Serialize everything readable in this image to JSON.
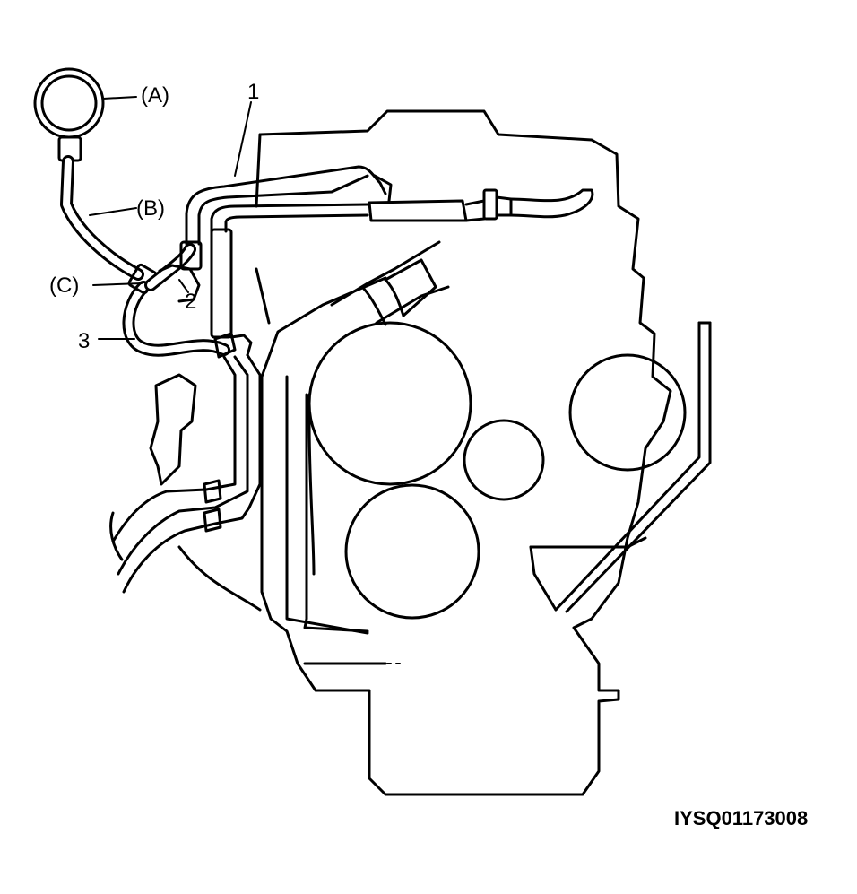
{
  "labels": {
    "gauge": "(A)",
    "hose_b": "(B)",
    "joint_c": "(C)",
    "part_1": "1",
    "part_2": "2",
    "part_3": "3"
  },
  "figure_code": "IYSQ01173008"
}
